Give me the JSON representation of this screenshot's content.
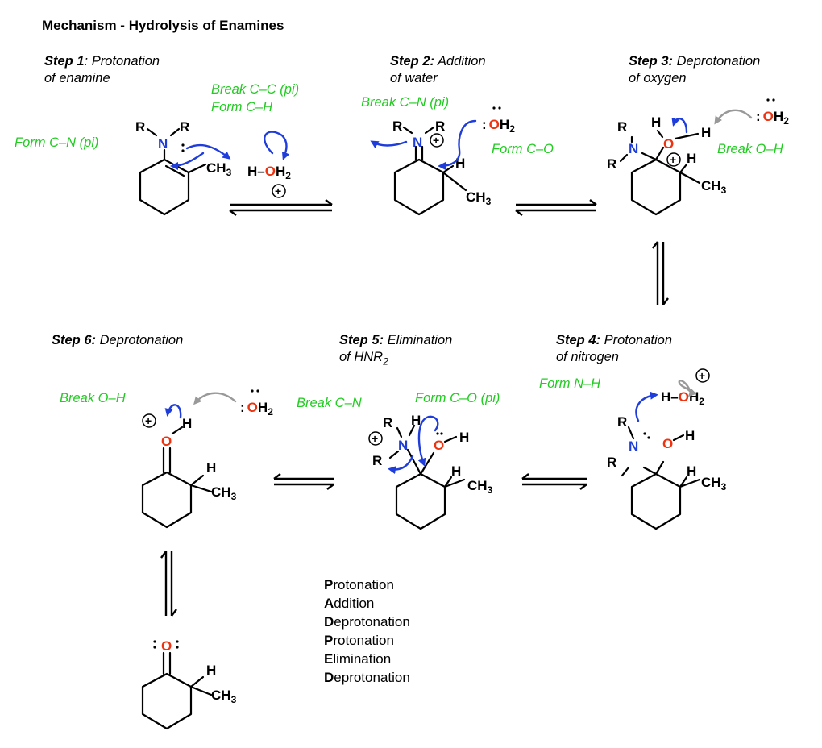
{
  "title": "Mechanism - Hydrolysis of Enamines",
  "steps": {
    "s1": {
      "num": "Step 1",
      "sep": ":",
      "desc1": " Protonation",
      "desc2": "of enamine"
    },
    "s2": {
      "num": "Step 2:",
      "desc1": " Addition",
      "desc2": "of water"
    },
    "s3": {
      "num": "Step 3:",
      "desc1": " Deprotonation",
      "desc2": "of oxygen"
    },
    "s4": {
      "num": "Step 4:",
      "desc1": " Protonation",
      "desc2": "of nitrogen"
    },
    "s5": {
      "num": "Step 5:",
      "desc1": " Elimination",
      "desc2": "of HNR",
      "desc2_sub": "2"
    },
    "s6": {
      "num": "Step 6:",
      "desc1": " Deprotonation"
    }
  },
  "annotations": {
    "form_cn_pi": "Form C–N (pi)",
    "break_cc_pi": "Break C–C (pi)",
    "form_ch": "Form C–H",
    "break_cn_pi": "Break C–N (pi)",
    "form_co": "Form C–O",
    "break_oh_3": "Break O–H",
    "form_nh": "Form N–H",
    "break_cn": "Break C–N",
    "form_co_pi": "Form C–O (pi)",
    "break_oh_6": "Break O–H"
  },
  "atoms": {
    "R": "R",
    "N": "N",
    "O": "O",
    "H": "H",
    "CH": "CH",
    "three": "3",
    "two": "2",
    "dash": "–",
    "plus": "+",
    "colon": ":",
    "dots": "··"
  },
  "mnemonic": [
    {
      "first": "P",
      "rest": "rotonation"
    },
    {
      "first": "A",
      "rest": "ddition"
    },
    {
      "first": "D",
      "rest": "eprotonation"
    },
    {
      "first": "P",
      "rest": "rotonation"
    },
    {
      "first": "E",
      "rest": "limination"
    },
    {
      "first": "D",
      "rest": "eprotonation"
    }
  ],
  "colors": {
    "nitrogen": "#1f3ddb",
    "oxygen": "#ee3311",
    "annotation": "#22cc22",
    "arrow_blue": "#1f3ddb",
    "arrow_gray": "#999999"
  }
}
